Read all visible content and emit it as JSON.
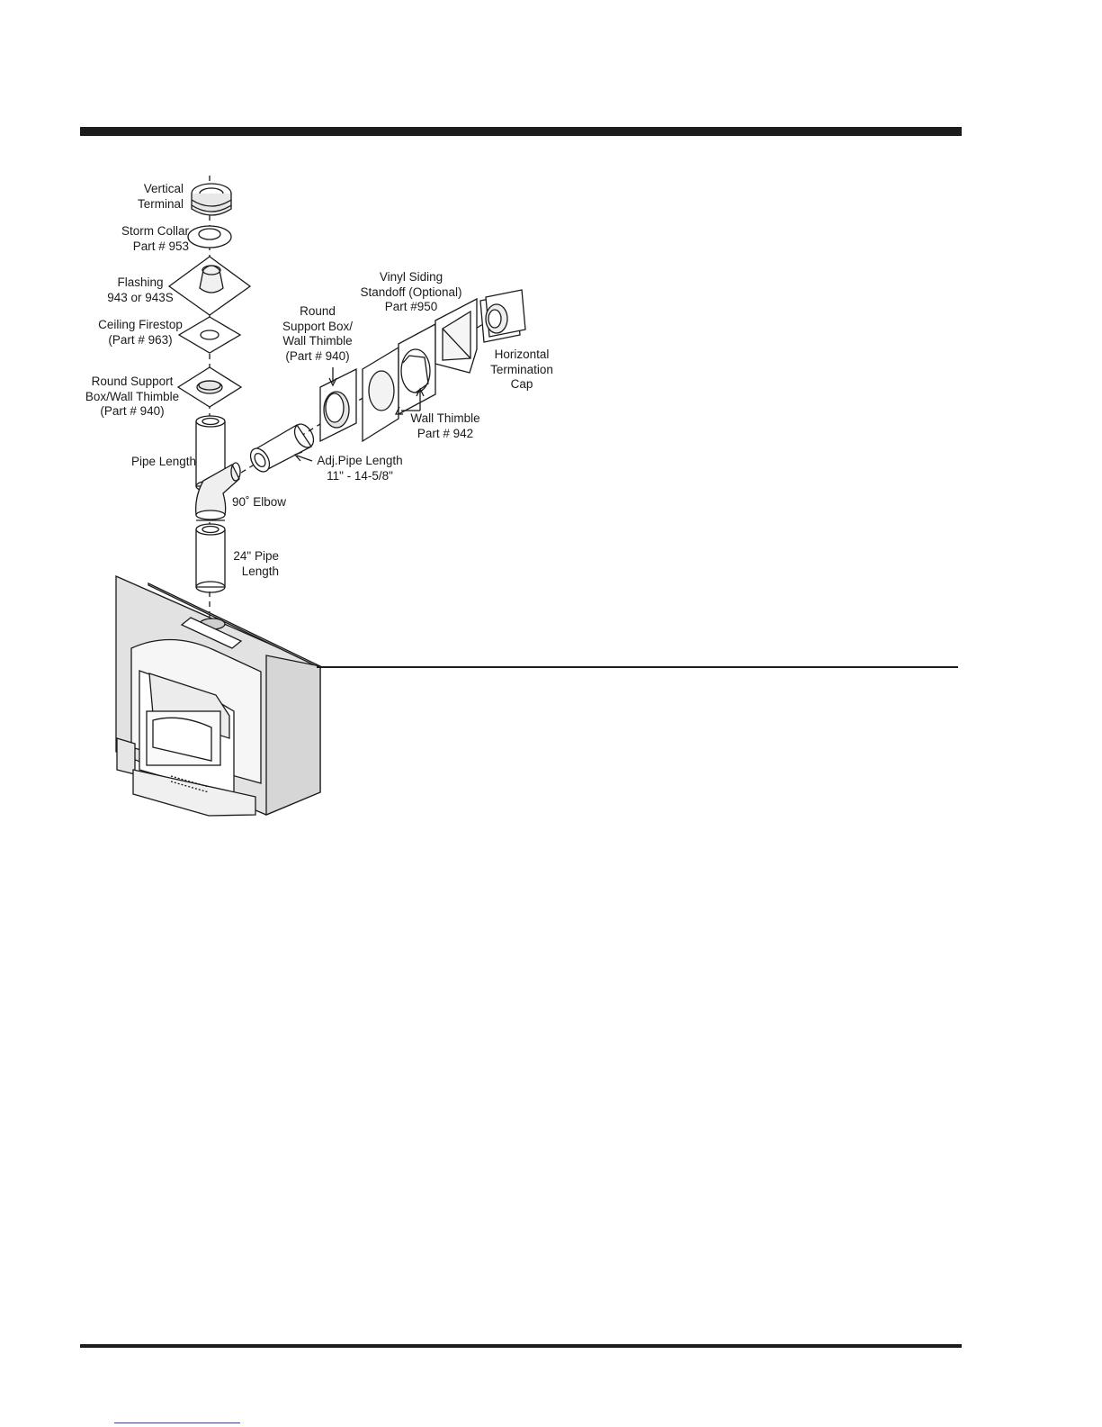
{
  "labels": {
    "vertical_terminal": "Vertical\nTerminal",
    "storm_collar": "Storm Collar\nPart # 953",
    "flashing": "Flashing\n943 or 943S",
    "ceiling_firestop": "Ceiling Firestop\n(Part # 963)",
    "round_support_left": "Round Support\nBox/Wall Thimble\n(Part # 940)",
    "pipe_length": "Pipe Length",
    "elbow": "90˚ Elbow",
    "pipe_24": "24\" Pipe\nLength",
    "round_support_right": "Round\nSupport Box/\nWall Thimble\n(Part # 940)",
    "adj_pipe": "Adj.Pipe Length\n11\" - 14-5/8\"",
    "wall_thimble": "Wall Thimble\nPart # 942",
    "vinyl_siding": "Vinyl Siding\nStandoff (Optional)\nPart #950",
    "horizontal_cap": "Horizontal\nTermination\nCap"
  },
  "colors": {
    "line": "#1a1a1a",
    "wall": "#e2e2e2",
    "wall_dark": "#d2d2d2",
    "pipe_shade": "#cfcfcf",
    "rule": "#1c1c1c"
  }
}
